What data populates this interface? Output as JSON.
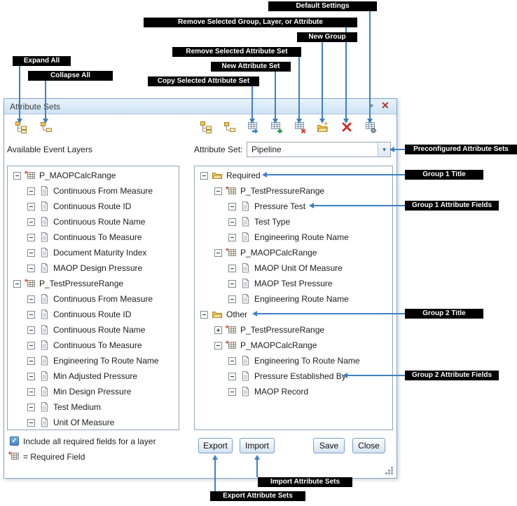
{
  "window": {
    "title": "Attribute Sets"
  },
  "icons": {
    "caret_down": "▾",
    "close": "✕",
    "check": "✓",
    "dropdown_arrow": "▾"
  },
  "toolbar": {
    "icons": [
      "expand-all",
      "collapse-all",
      "expand-all-right",
      "collapse-all-right",
      "copy-attribute-set",
      "new-attribute-set",
      "remove-attribute-set",
      "new-group",
      "remove-selected",
      "default-settings"
    ]
  },
  "left_panel": {
    "label": "Available Event Layers",
    "tree": [
      {
        "label": "P_MAOPCalcRange",
        "level": 0,
        "icon": "layer",
        "expando": "minus"
      },
      {
        "label": "Continuous From Measure",
        "level": 1,
        "icon": "field",
        "expando": "minus"
      },
      {
        "label": "Continuous Route ID",
        "level": 1,
        "icon": "field",
        "expando": "minus"
      },
      {
        "label": "Continuous Route Name",
        "level": 1,
        "icon": "field",
        "expando": "minus"
      },
      {
        "label": "Continuous To Measure",
        "level": 1,
        "icon": "field",
        "expando": "minus"
      },
      {
        "label": "Document Maturity Index",
        "level": 1,
        "icon": "field",
        "expando": "minus"
      },
      {
        "label": "MAOP Design Pressure",
        "level": 1,
        "icon": "field",
        "expando": "minus"
      },
      {
        "label": "P_TestPressureRange",
        "level": 0,
        "icon": "layer",
        "expando": "minus"
      },
      {
        "label": "Continuous From Measure",
        "level": 1,
        "icon": "field",
        "expando": "minus"
      },
      {
        "label": "Continuous Route ID",
        "level": 1,
        "icon": "field",
        "expando": "minus"
      },
      {
        "label": "Continuous Route Name",
        "level": 1,
        "icon": "field",
        "expando": "minus"
      },
      {
        "label": "Continuous To Measure",
        "level": 1,
        "icon": "field",
        "expando": "minus"
      },
      {
        "label": "Engineering To Route Name",
        "level": 1,
        "icon": "field",
        "expando": "minus"
      },
      {
        "label": "Min Adjusted Pressure",
        "level": 1,
        "icon": "field",
        "expando": "minus"
      },
      {
        "label": "Min Design Pressure",
        "level": 1,
        "icon": "field",
        "expando": "minus"
      },
      {
        "label": "Test Medium",
        "level": 1,
        "icon": "field",
        "expando": "minus"
      },
      {
        "label": "Unit Of Measure",
        "level": 1,
        "icon": "field",
        "expando": "minus"
      }
    ]
  },
  "right_panel": {
    "label": "Attribute Set:",
    "dropdown_value": "Pipeline",
    "tree": [
      {
        "label": "Required",
        "level": 0,
        "icon": "folder",
        "expando": "minus"
      },
      {
        "label": "P_TestPressureRange",
        "level": 1,
        "icon": "layer",
        "expando": "minus"
      },
      {
        "label": "Pressure Test",
        "level": 2,
        "icon": "field",
        "expando": "minus"
      },
      {
        "label": "Test Type",
        "level": 2,
        "icon": "field",
        "expando": "minus"
      },
      {
        "label": "Engineering Route Name",
        "level": 2,
        "icon": "field",
        "expando": "minus"
      },
      {
        "label": "P_MAOPCalcRange",
        "level": 1,
        "icon": "layer",
        "expando": "minus"
      },
      {
        "label": "MAOP Unit Of Measure",
        "level": 2,
        "icon": "field",
        "expando": "minus"
      },
      {
        "label": "MAOP Test Pressure",
        "level": 2,
        "icon": "field",
        "expando": "minus"
      },
      {
        "label": "Engineering Route Name",
        "level": 2,
        "icon": "field",
        "expando": "minus"
      },
      {
        "label": "Other",
        "level": 0,
        "icon": "folder",
        "expando": "minus"
      },
      {
        "label": "P_TestPressureRange",
        "level": 1,
        "icon": "layer",
        "expando": "plus"
      },
      {
        "label": "P_MAOPCalcRange",
        "level": 1,
        "icon": "layer",
        "expando": "minus"
      },
      {
        "label": "Engineering To Route Name",
        "level": 2,
        "icon": "field",
        "expando": "minus"
      },
      {
        "label": "Pressure Established By",
        "level": 2,
        "icon": "field",
        "expando": "minus"
      },
      {
        "label": "MAOP Record",
        "level": 2,
        "icon": "field",
        "expando": "minus"
      }
    ]
  },
  "footer": {
    "checkbox_label": "Include all required fields for a layer",
    "checkbox_checked": true,
    "legend_label": "= Required Field",
    "buttons": {
      "export": "Export",
      "import": "Import",
      "save": "Save",
      "close": "Close"
    }
  },
  "annotations": {
    "expand_all": "Expand All",
    "collapse_all": "Collapse All",
    "copy_attribute_set": "Copy Selected Attribute Set",
    "new_attribute_set": "New Attribute Set",
    "remove_attribute_set": "Remove Selected Attribute Set",
    "new_group": "New Group",
    "remove_group_layer_attribute": "Remove Selected Group, Layer, or Attribute",
    "default_settings": "Default Settings",
    "preconfigured_attribute_sets": "Preconfigured Attribute Sets",
    "group1_title": "Group 1 Title",
    "group1_attribute_fields": "Group 1 Attribute Fields",
    "group2_title": "Group 2 Title",
    "group2_attribute_fields": "Group 2 Attribute Fields",
    "import_attribute_sets": "Import Attribute Sets",
    "export_attribute_sets": "Export Attribute Sets"
  },
  "colors": {
    "annotation_line": "#4080c0",
    "annotation_bg": "#000000",
    "titlebar_bg": "#d9eaf7",
    "dialog_border": "#7da7c9",
    "required_red": "#d43c2a",
    "folder_yellow": "#f7c64c",
    "accent_blue": "#2f7cd0"
  }
}
